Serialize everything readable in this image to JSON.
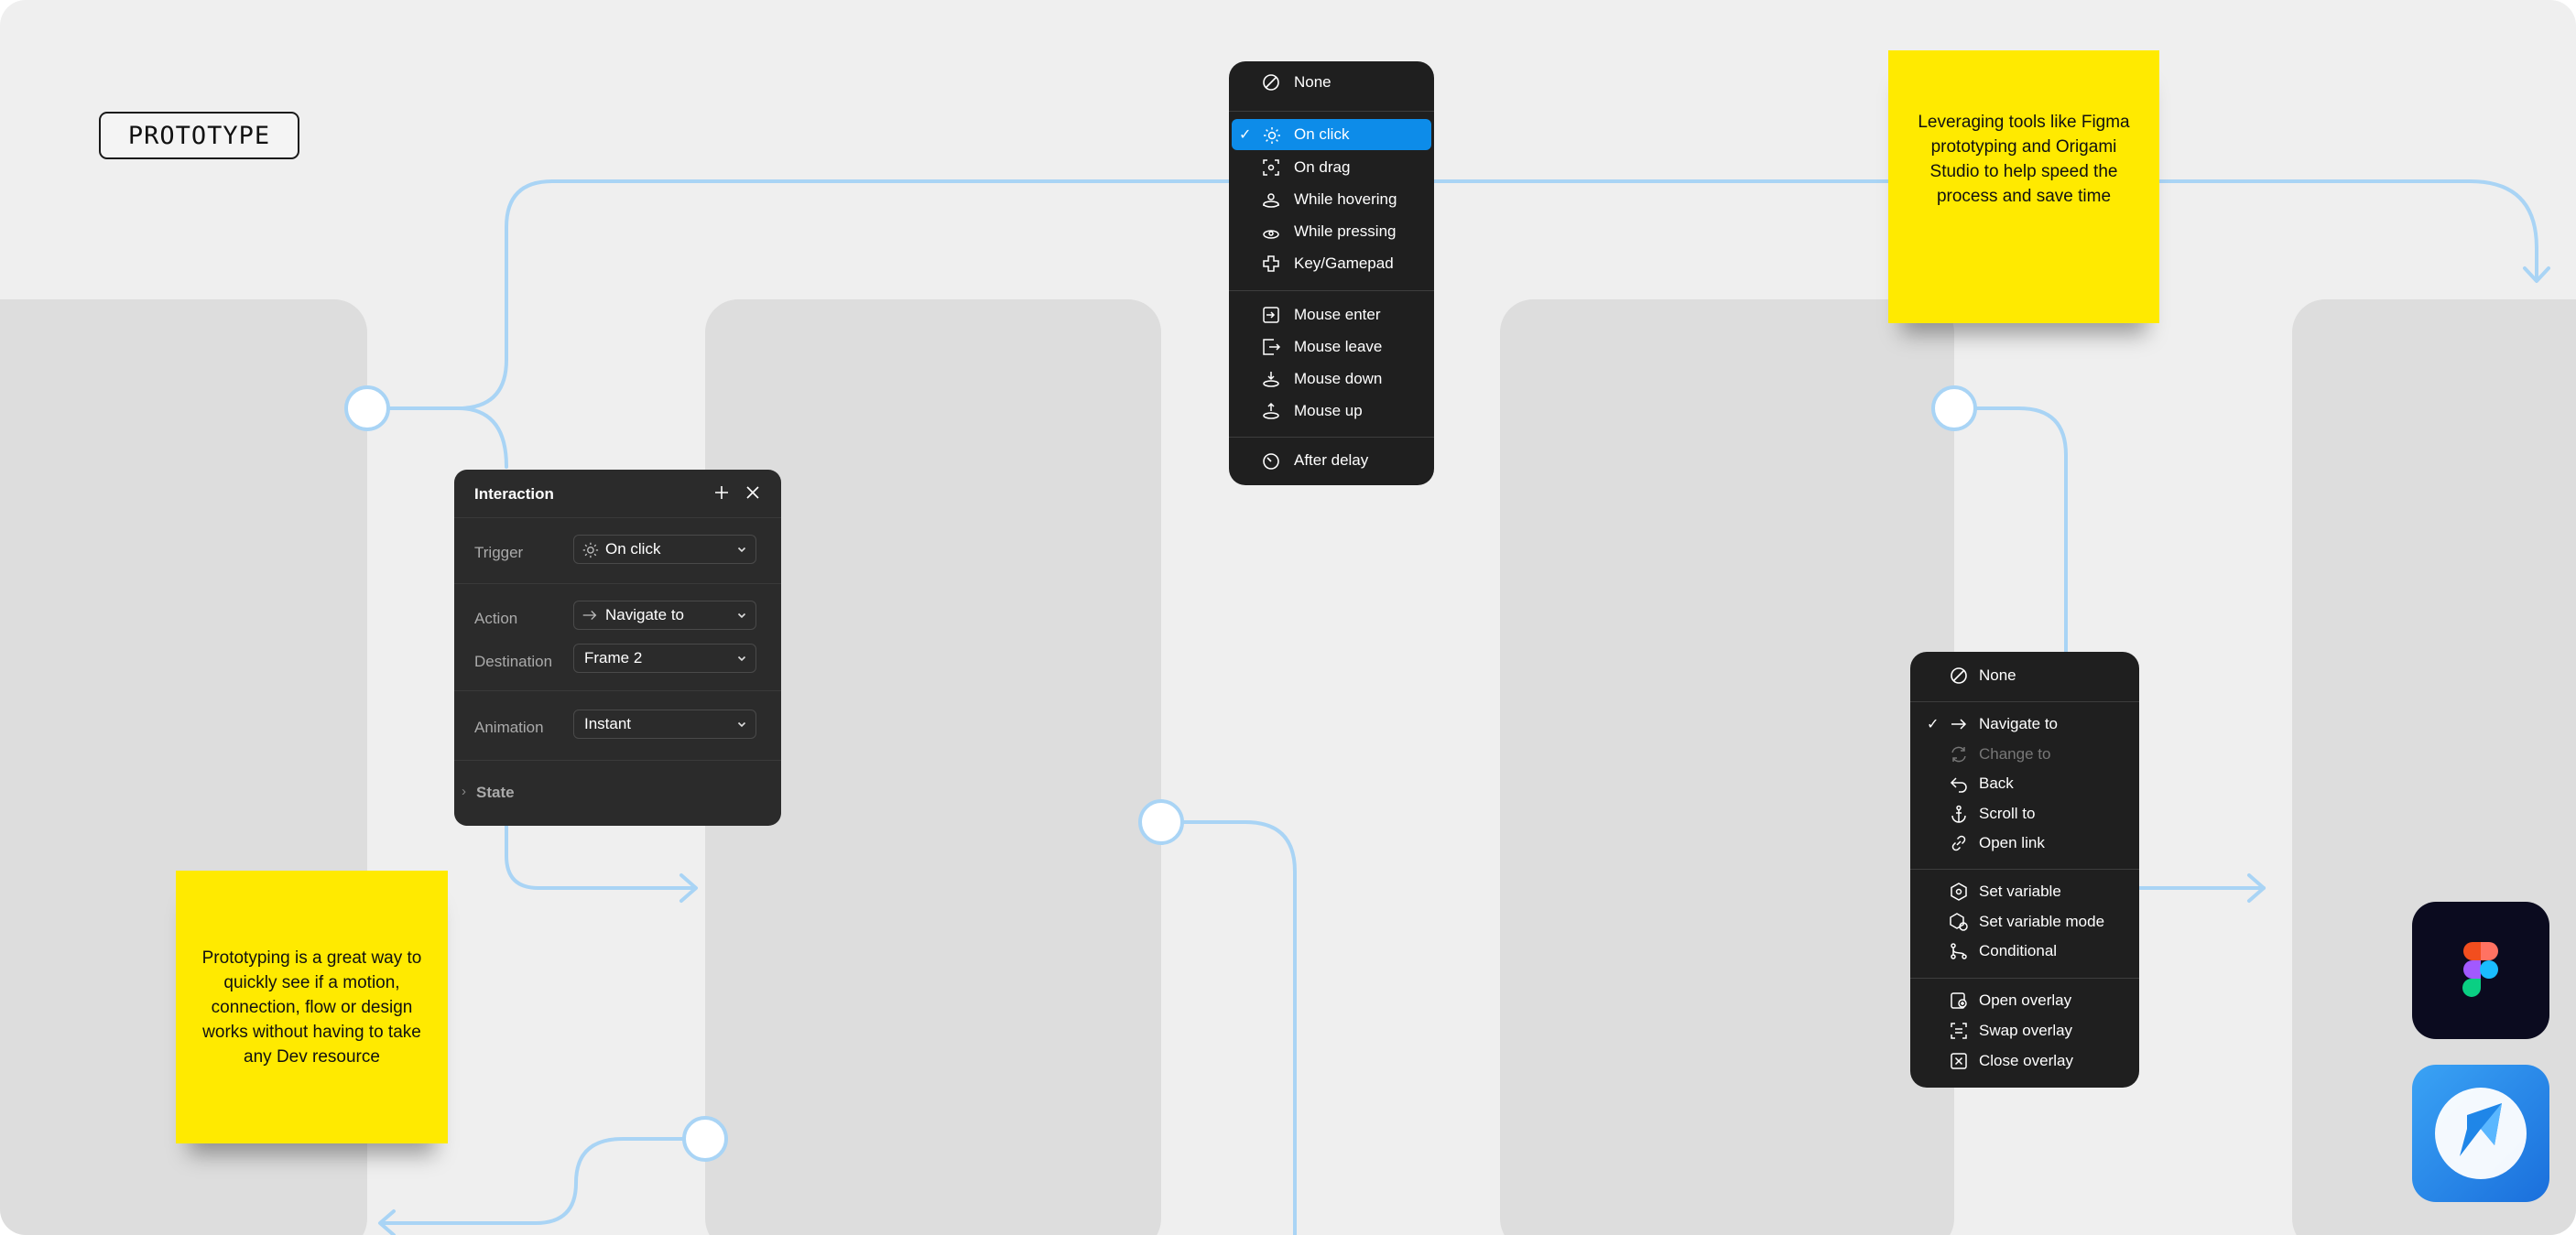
{
  "badge": {
    "label": "PROTOTYPE"
  },
  "stickies": {
    "left": {
      "lines": [
        "Prototyping is a great way to",
        "quickly see if a motion,",
        "connection, flow or design",
        "works without having to take",
        "any Dev resource"
      ]
    },
    "right": {
      "lines": [
        "Leveraging tools like Figma",
        "prototyping and Origami",
        "Studio to help speed the",
        "process and save time"
      ]
    }
  },
  "trigger_menu": {
    "items": [
      {
        "label": "None",
        "icon": "none-icon"
      },
      {
        "label": "On click",
        "icon": "click-icon",
        "selected": true,
        "check": "✓"
      },
      {
        "label": "On drag",
        "icon": "drag-icon"
      },
      {
        "label": "While hovering",
        "icon": "hover-icon"
      },
      {
        "label": "While pressing",
        "icon": "press-icon"
      },
      {
        "label": "Key/Gamepad",
        "icon": "gamepad-icon"
      },
      {
        "label": "Mouse enter",
        "icon": "mouse-enter-icon"
      },
      {
        "label": "Mouse leave",
        "icon": "mouse-leave-icon"
      },
      {
        "label": "Mouse down",
        "icon": "mouse-down-icon"
      },
      {
        "label": "Mouse up",
        "icon": "mouse-up-icon"
      },
      {
        "label": "After delay",
        "icon": "timer-icon"
      }
    ]
  },
  "interaction_panel": {
    "title": "Interaction",
    "add_icon": "plus-icon",
    "close_icon": "close-icon",
    "trigger": {
      "label": "Trigger",
      "value": "On click",
      "icon": "click-icon"
    },
    "action": {
      "label": "Action",
      "value": "Navigate to",
      "icon": "arrow-right-icon"
    },
    "destination": {
      "label": "Destination",
      "value": "Frame 2"
    },
    "animation": {
      "label": "Animation",
      "value": "Instant"
    },
    "state": {
      "label": "State",
      "chevron": "›"
    }
  },
  "action_menu": {
    "items": [
      {
        "label": "None",
        "icon": "none-icon"
      },
      {
        "label": "Navigate to",
        "icon": "arrow-right-icon",
        "checked": true,
        "check": "✓"
      },
      {
        "label": "Change to",
        "icon": "swap-icon",
        "disabled": true
      },
      {
        "label": "Back",
        "icon": "back-icon"
      },
      {
        "label": "Scroll to",
        "icon": "anchor-icon"
      },
      {
        "label": "Open link",
        "icon": "link-icon"
      },
      {
        "label": "Set variable",
        "icon": "variable-icon"
      },
      {
        "label": "Set variable mode",
        "icon": "variable-mode-icon"
      },
      {
        "label": "Conditional",
        "icon": "conditional-icon"
      },
      {
        "label": "Open overlay",
        "icon": "open-overlay-icon"
      },
      {
        "label": "Swap overlay",
        "icon": "swap-overlay-icon"
      },
      {
        "label": "Close overlay",
        "icon": "close-overlay-icon"
      }
    ]
  },
  "apps": [
    {
      "name": "figma-app-icon",
      "bg": "#0b0b1f"
    },
    {
      "name": "origami-studio-app-icon",
      "bg": "#1f86e8"
    }
  ],
  "colors": {
    "wire": "#a9d4f5",
    "board": "#efefef",
    "column": "#dddddd",
    "menu_bg": "#1f1f1f",
    "selected": "#0d8ce9",
    "sticky": "#ffea00"
  }
}
